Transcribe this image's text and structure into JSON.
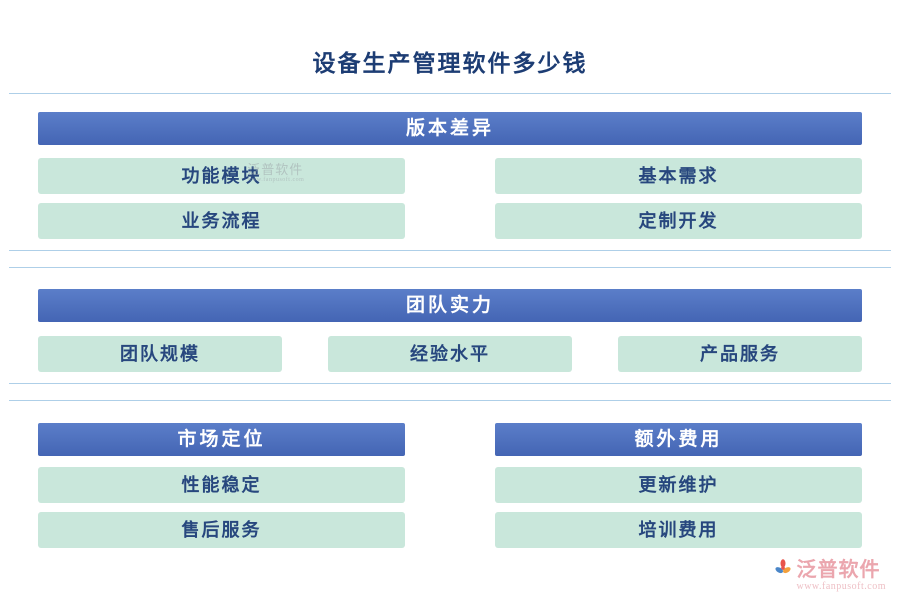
{
  "page": {
    "title": "设备生产管理软件多少钱"
  },
  "sections": {
    "version": {
      "header": "版本差异",
      "items": [
        "功能模块",
        "基本需求",
        "业务流程",
        "定制开发"
      ]
    },
    "team": {
      "header": "团队实力",
      "items": [
        "团队规模",
        "经验水平",
        "产品服务"
      ]
    },
    "market": {
      "header": "市场定位",
      "items": [
        "性能稳定",
        "售后服务"
      ]
    },
    "extra": {
      "header": "额外费用",
      "items": [
        "更新维护",
        "培训费用"
      ]
    }
  },
  "watermark": {
    "text": "泛普软件",
    "sub": "www.fanpusoft.com"
  },
  "logo": {
    "name": "泛普软件",
    "url": "www.fanpusoft.com"
  },
  "colors": {
    "header_bg": "#5b7ec9",
    "header_bg_dark": "#4465b4",
    "item_bg": "#c9e7db",
    "item_text": "#27477e",
    "title_color": "#1d3d74",
    "line_color": "#aecfe8",
    "logo_color": "#eba6ae"
  }
}
